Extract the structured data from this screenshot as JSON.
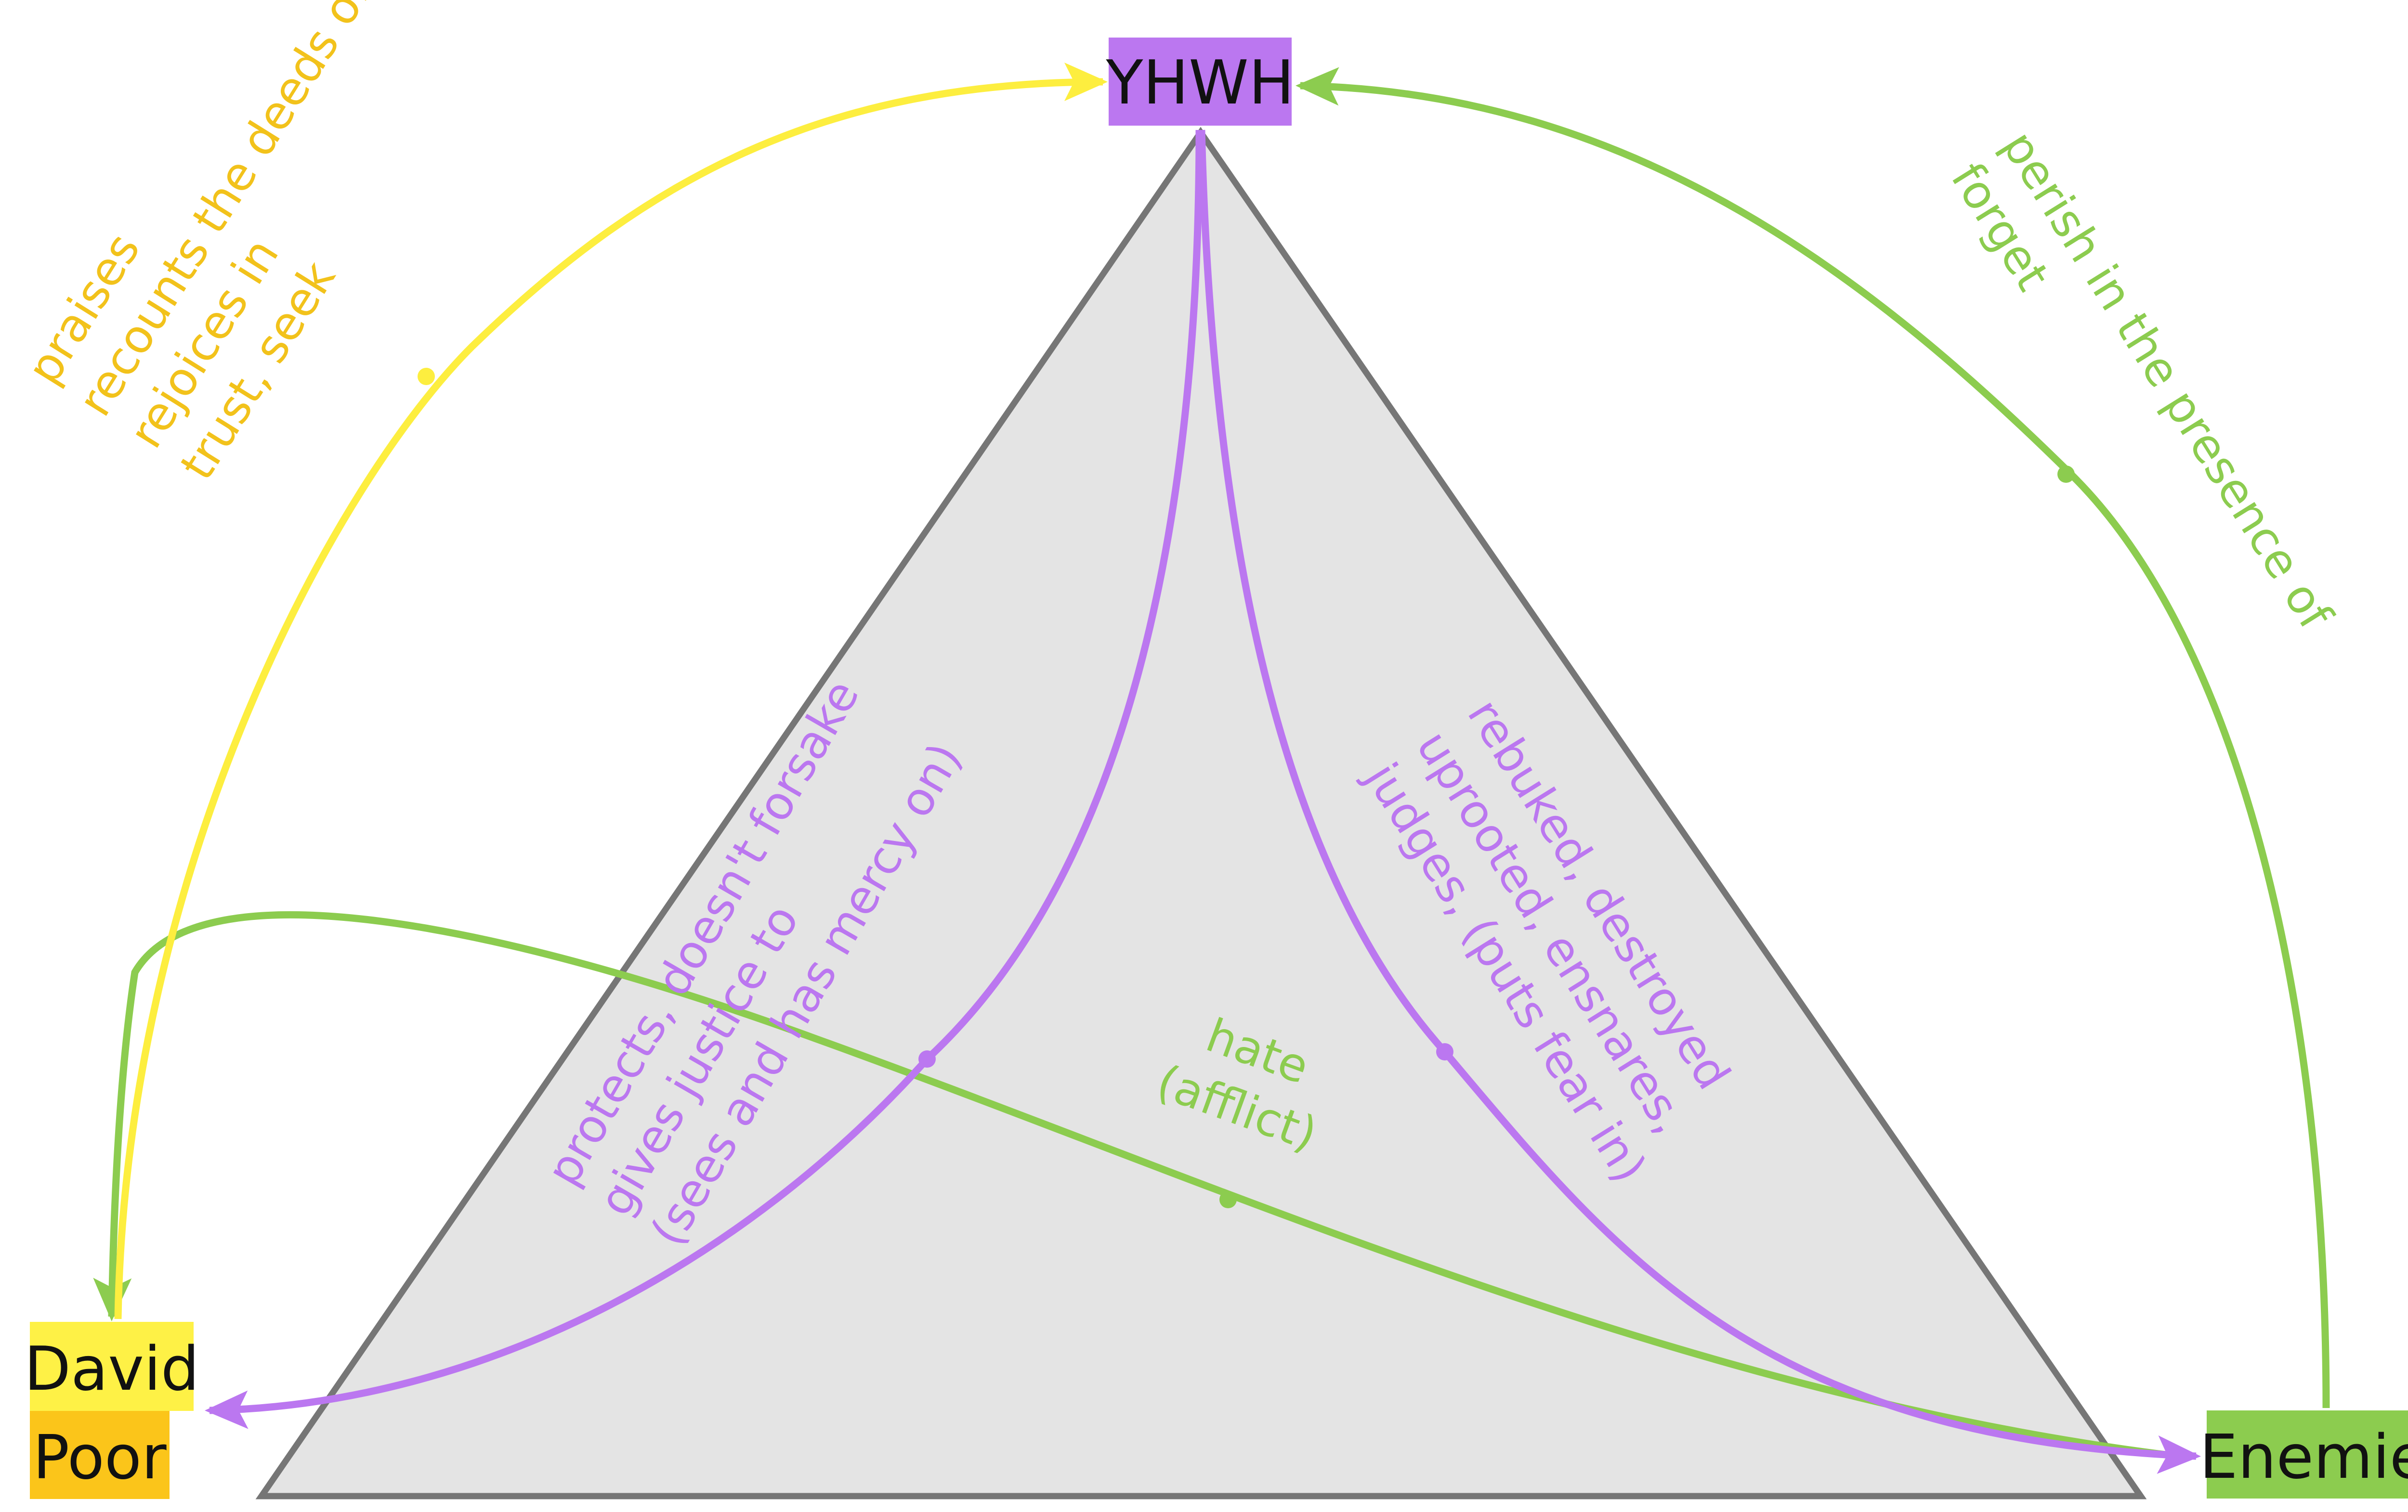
{
  "colors": {
    "triangle_fill": "#e4e4e4",
    "triangle_stroke": "#767676",
    "yhwh": "#bb77f0",
    "david": "#fef146",
    "poor": "#fbc51a",
    "enemies": "#8ccc4f",
    "yellow_arrow": "#fdee3f",
    "yellow_text": "#f2c21b",
    "green": "#8ccc4f",
    "purple": "#bb77f0"
  },
  "nodes": {
    "yhwh": "YHWH",
    "david": "David",
    "poor": "Poor",
    "enemies": "Enemies"
  },
  "relations": {
    "david_to_yhwh": [
      "praises",
      "recounts the deeds of",
      "rejoices in",
      "trust, seek"
    ],
    "enemies_to_yhwh": [
      "perish in the presence of",
      "forget"
    ],
    "yhwh_to_david": [
      "protects, doesn't forsake",
      "gives justice to",
      "(sees and has mercy on)"
    ],
    "yhwh_to_enemies": [
      "rebuked, destroyed",
      "uprooted, ensnares,",
      "judges, (puts fear in)"
    ],
    "enemies_to_david": [
      "hate",
      "(afflict)"
    ]
  }
}
